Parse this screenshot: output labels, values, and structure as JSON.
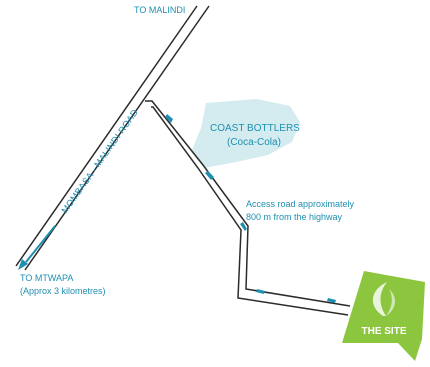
{
  "map": {
    "labels": {
      "to_malindi": "TO MALINDI",
      "highway": "MOMBASA - MALINDI  ROAD",
      "coast_bottlers_line1": "COAST BOTTLERS",
      "coast_bottlers_line2": "(Coca-Cola)",
      "access_line1": "Access road approximately",
      "access_line2": "800 m from the highway",
      "to_mtwapa_line1": "TO MTWAPA",
      "to_mtwapa_line2": "(Approx 3 kilometres)",
      "the_site": "THE SITE"
    },
    "colors": {
      "road": "#2b2b2b",
      "label_text": "#1f8fb0",
      "arrow": "#1f8fb0",
      "coast_bottlers_area": "#d4ecef",
      "site_fill": "#8cc63f",
      "site_text": "#ffffff",
      "leaf": "#e9f4dc"
    },
    "icons": {
      "site_logo": "leaf-icon",
      "direction_markers": "arrow-icon"
    }
  }
}
